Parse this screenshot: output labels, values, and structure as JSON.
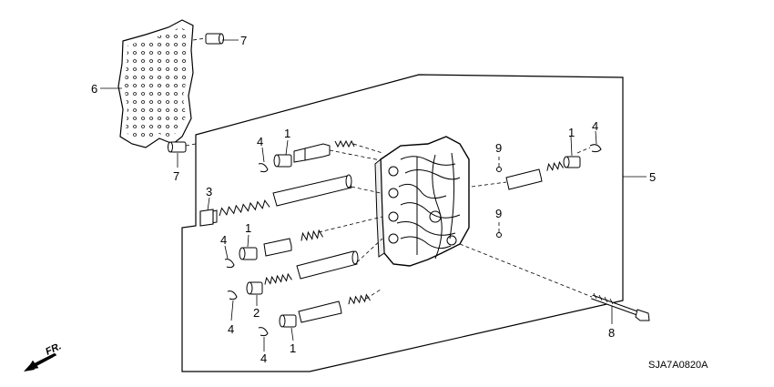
{
  "callouts": {
    "c1a": "1",
    "c1b": "1",
    "c1c": "1",
    "c1d": "1",
    "c2": "2",
    "c3": "3",
    "c4a": "4",
    "c4b": "4",
    "c4c": "4",
    "c4d": "4",
    "c4e": "4",
    "c5": "5",
    "c6": "6",
    "c7a": "7",
    "c7b": "7",
    "c8": "8",
    "c9a": "9",
    "c9b": "9"
  },
  "direction_label": "FR.",
  "diagram_code": "SJA7A0820A"
}
